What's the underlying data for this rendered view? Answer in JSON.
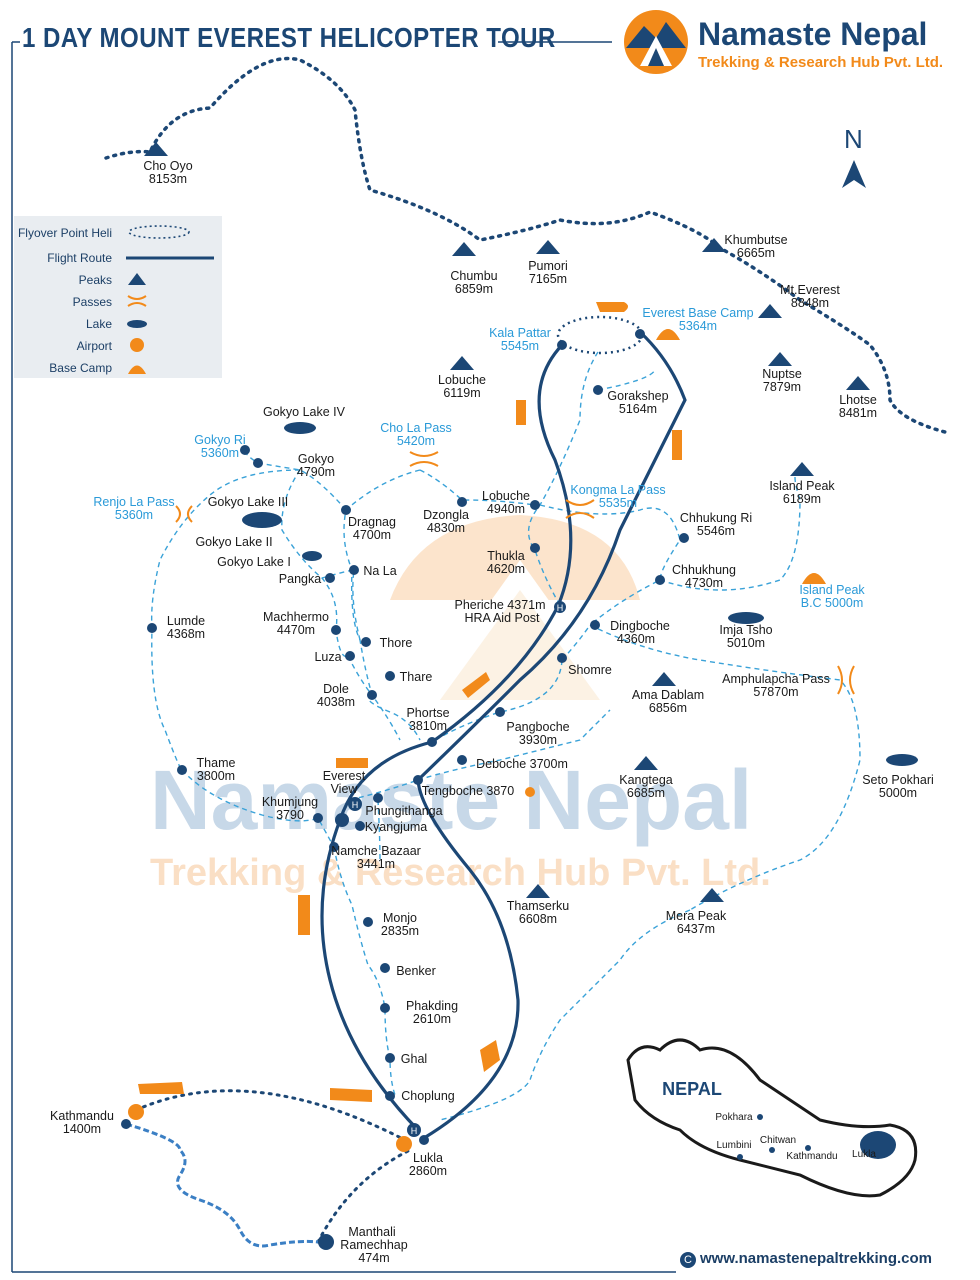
{
  "title": "1 DAY MOUNT EVEREST HELICOPTER TOUR",
  "brand": {
    "name": "Namaste Nepal",
    "subtitle": "Trekking & Research Hub Pvt. Ltd."
  },
  "watermark": {
    "line1": "Namaste Nepal",
    "line2": "Trekking & Research Hub Pvt. Ltd."
  },
  "compass": "N",
  "legend": {
    "items": [
      {
        "label": "Flyover Point Heli",
        "symbol": "dotted-ellipse"
      },
      {
        "label": "Flight Route",
        "symbol": "solid-line"
      },
      {
        "label": "Peaks",
        "symbol": "peak-icon"
      },
      {
        "label": "Passes",
        "symbol": "pass-icon"
      },
      {
        "label": "Lake",
        "symbol": "lake-icon"
      },
      {
        "label": "Airport",
        "symbol": "airport-icon"
      },
      {
        "label": "Base Camp",
        "symbol": "tent-icon"
      }
    ]
  },
  "colors": {
    "navy": "#1c4775",
    "orange": "#f28a1a",
    "trail": "#3aa2d8",
    "pass_text": "#2a9ad8"
  },
  "peaks": [
    {
      "id": "cho-oyo",
      "name": "Cho Oyo",
      "alt": "8153m"
    },
    {
      "id": "chumbu",
      "name": "Chumbu",
      "alt": "6859m"
    },
    {
      "id": "pumori",
      "name": "Pumori",
      "alt": "7165m"
    },
    {
      "id": "khumbutse",
      "name": "Khumbutse",
      "alt": "6665m"
    },
    {
      "id": "everest",
      "name": "Mt.Everest",
      "alt": "8848m"
    },
    {
      "id": "lobuche-peak",
      "name": "Lobuche",
      "alt": "6119m"
    },
    {
      "id": "nuptse",
      "name": "Nuptse",
      "alt": "7879m"
    },
    {
      "id": "lhotse",
      "name": "Lhotse",
      "alt": "8481m"
    },
    {
      "id": "island-peak",
      "name": "Island Peak",
      "alt": "6189m"
    },
    {
      "id": "ama-dablam",
      "name": "Ama Dablam",
      "alt": "6856m"
    },
    {
      "id": "kangtega",
      "name": "Kangtega",
      "alt": "6685m"
    },
    {
      "id": "thamserku",
      "name": "Thamserku",
      "alt": "6608m"
    }
  ],
  "passes": [
    {
      "id": "cho-la",
      "name": "Cho La Pass",
      "alt": "5420m"
    },
    {
      "id": "renjo-la",
      "name": "Renjo La Pass",
      "alt": "5360m"
    },
    {
      "id": "kongma-la",
      "name": "Kongma La Pass",
      "alt": "5535m"
    },
    {
      "id": "amphulapcha",
      "name": "Amphulapcha Pass",
      "alt": "57870m"
    },
    {
      "id": "gokyo-ri",
      "name": "Gokyo Ri",
      "alt": "5360m"
    },
    {
      "id": "kala-pattar",
      "name": "Kala Pattar",
      "alt": "5545m"
    }
  ],
  "base_camps": [
    {
      "id": "ebc",
      "name": "Everest Base Camp",
      "alt": "5364m"
    },
    {
      "id": "island-bc",
      "name": "Island Peak",
      "alt": "B.C 5000m"
    }
  ],
  "lakes": [
    {
      "id": "gokyo-lake-4",
      "name": "Gokyo Lake IV"
    },
    {
      "id": "gokyo-lake-3",
      "name": "Gokyo Lake III"
    },
    {
      "id": "gokyo-lake-2",
      "name": "Gokyo Lake II"
    },
    {
      "id": "gokyo-lake-1",
      "name": "Gokyo Lake I"
    },
    {
      "id": "imja-tsho",
      "name": "Imja Tsho",
      "alt": "5010m"
    },
    {
      "id": "seto-pokhari",
      "name": "Seto Pokhari",
      "alt": "5000m"
    }
  ],
  "places": [
    {
      "id": "gorakshep",
      "name": "Gorakshep",
      "alt": "5164m"
    },
    {
      "id": "gokyo",
      "name": "Gokyo",
      "alt": "4790m"
    },
    {
      "id": "lobuche",
      "name": "Lobuche",
      "alt": "4940m"
    },
    {
      "id": "dzongla",
      "name": "Dzongla",
      "alt": "4830m"
    },
    {
      "id": "dragnag",
      "name": "Dragnag",
      "alt": "4700m"
    },
    {
      "id": "chhukung-ri",
      "name": "Chhukung Ri",
      "alt": "5546m"
    },
    {
      "id": "thukla",
      "name": "Thukla",
      "alt": "4620m"
    },
    {
      "id": "chhukhung",
      "name": "Chhukhung",
      "alt": "4730m"
    },
    {
      "id": "na-la",
      "name": "Na La"
    },
    {
      "id": "pangka",
      "name": "Pangka"
    },
    {
      "id": "pheriche",
      "name": "Pheriche 4371m",
      "alt": "HRA Aid Post"
    },
    {
      "id": "lumde",
      "name": "Lumde",
      "alt": "4368m"
    },
    {
      "id": "machhermo",
      "name": "Machhermo",
      "alt": "4470m"
    },
    {
      "id": "dingboche",
      "name": "Dingboche",
      "alt": "4360m"
    },
    {
      "id": "thore",
      "name": "Thore"
    },
    {
      "id": "luza",
      "name": "Luza"
    },
    {
      "id": "shomre",
      "name": "Shomre"
    },
    {
      "id": "thare",
      "name": "Thare"
    },
    {
      "id": "dole",
      "name": "Dole",
      "alt": "4038m"
    },
    {
      "id": "phortse",
      "name": "Phortse",
      "alt": "3810m"
    },
    {
      "id": "pangboche",
      "name": "Pangboche",
      "alt": "3930m"
    },
    {
      "id": "thame",
      "name": "Thame",
      "alt": "3800m"
    },
    {
      "id": "deboche",
      "name": "Deboche 3700m"
    },
    {
      "id": "everest-view",
      "name": "Everest",
      "alt": "View"
    },
    {
      "id": "tengboche",
      "name": "Tengboche 3870"
    },
    {
      "id": "khumjung",
      "name": "Khumjung",
      "alt": "3790"
    },
    {
      "id": "phungithanga",
      "name": "Phungithanga"
    },
    {
      "id": "kyangjuma",
      "name": "Kyangjuma"
    },
    {
      "id": "namche",
      "name": "Namche Bazaar",
      "alt": "3441m"
    },
    {
      "id": "mera-peak",
      "name": "Mera Peak",
      "alt": "6437m"
    },
    {
      "id": "monjo",
      "name": "Monjo",
      "alt": "2835m"
    },
    {
      "id": "benker",
      "name": "Benker"
    },
    {
      "id": "phakding",
      "name": "Phakding",
      "alt": "2610m"
    },
    {
      "id": "ghal",
      "name": "Ghal"
    },
    {
      "id": "choplung",
      "name": "Choplung"
    },
    {
      "id": "kathmandu",
      "name": "Kathmandu",
      "alt": "1400m"
    },
    {
      "id": "lukla",
      "name": "Lukla",
      "alt": "2860m"
    },
    {
      "id": "manthali",
      "name": "Manthali",
      "alt": "Ramechhap"
    },
    {
      "id": "manthali-alt",
      "name": "474m"
    }
  ],
  "inset": {
    "title": "NEPAL",
    "cities": [
      "Pokhara",
      "Lumbini",
      "Chitwan",
      "Kathmandu",
      "Lukla"
    ]
  },
  "footer": {
    "url": "www.namastenepaltrekking.com",
    "copyright": "C"
  }
}
